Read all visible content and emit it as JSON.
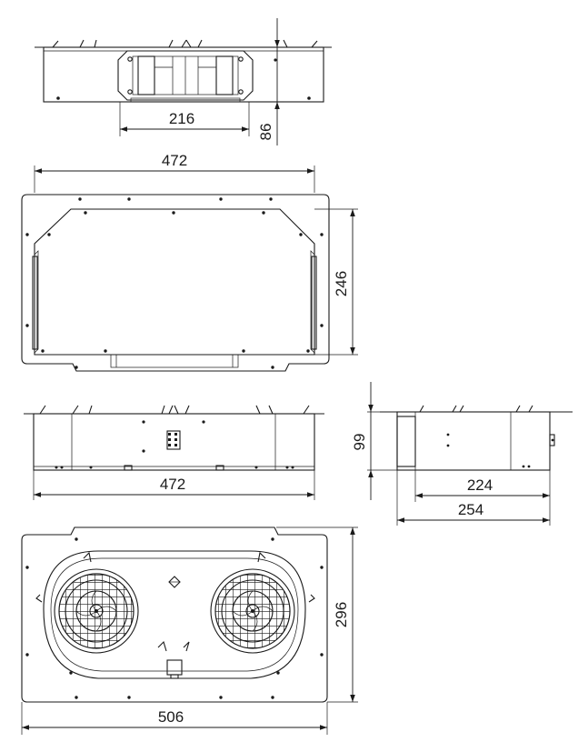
{
  "dimensions": {
    "top_view_width": "216",
    "top_view_height": "86",
    "plan_width": "472",
    "plan_height": "246",
    "front_width": "472",
    "side_height": "99",
    "side_inner_width": "224",
    "side_outer_width": "254",
    "bottom_width": "506",
    "bottom_height": "296"
  },
  "colors": {
    "line": "#1a1a1a",
    "background": "#ffffff"
  }
}
